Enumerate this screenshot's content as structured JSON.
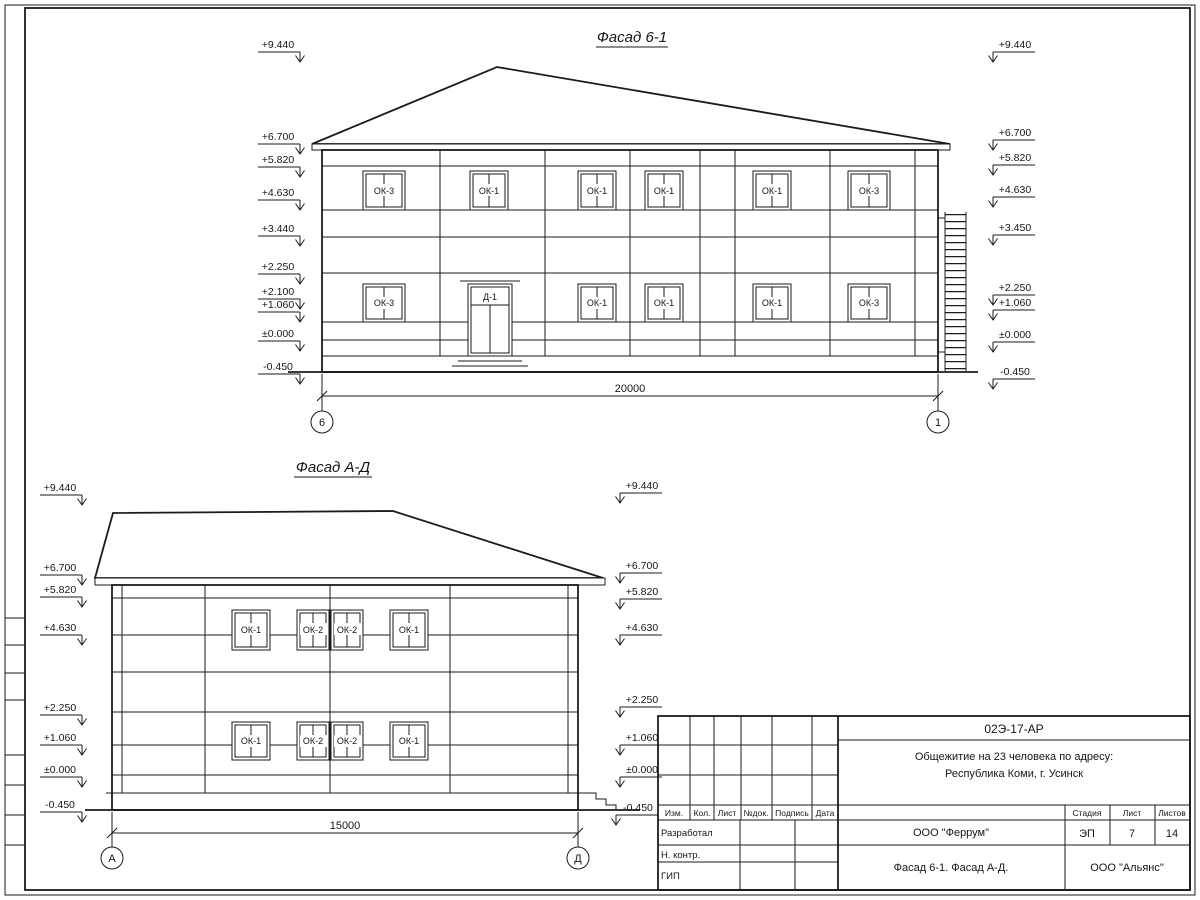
{
  "facade61": {
    "title": "Фасад 6-1",
    "elev_left": [
      "+9.440",
      "+6.700",
      "+5.820",
      "+4.630",
      "+3.440",
      "+2.250",
      "+2.100",
      "+1.060",
      "±0.000",
      "-0.450"
    ],
    "elev_right": [
      "+9.440",
      "+6.700",
      "+5.820",
      "+4.630",
      "+3.450",
      "+2.250",
      "+1.060",
      "±0.000",
      "-0.450"
    ],
    "windows_top": [
      "ОК-3",
      "ОК-1",
      "ОК-1",
      "ОК-1",
      "ОК-1",
      "ОК-3"
    ],
    "windows_bottom": [
      "ОК-3",
      "Д-1",
      "ОК-1",
      "ОК-1",
      "ОК-1",
      "ОК-3"
    ],
    "dim": "20000",
    "axis_start": "6",
    "axis_end": "1"
  },
  "facadeAD": {
    "title": "Фасад А-Д",
    "elev_left": [
      "+9.440",
      "+6.700",
      "+5.820",
      "+4.630",
      "+2.250",
      "+1.060",
      "±0.000",
      "-0.450"
    ],
    "elev_right": [
      "+9.440",
      "+6.700",
      "+5.820",
      "+4.630",
      "+2.250",
      "+1.060",
      "±0.000",
      "-0.450"
    ],
    "windows_top": [
      "ОК-1",
      "ОК-2",
      "ОК-2",
      "ОК-1"
    ],
    "windows_bottom": [
      "ОК-1",
      "ОК-2",
      "ОК-2",
      "ОК-1"
    ],
    "dim": "15000",
    "axis_start": "А",
    "axis_end": "Д"
  },
  "titleblock": {
    "doc_number": "02Э-17-АР",
    "project_line1": "Общежитие на 23 человека по адресу:",
    "project_line2": "Республика Коми, г. Усинск",
    "columns": [
      "Изм.",
      "Кол.",
      "Лист",
      "№док.",
      "Подпись",
      "Дата"
    ],
    "roles": [
      "Разработал",
      "Н. контр.",
      "ГИП"
    ],
    "designer": "ООО \"Феррум\"",
    "stage_label": "Стадия",
    "sheet_label": "Лист",
    "sheets_label": "Листов",
    "stage": "ЭП",
    "sheet_no": "7",
    "sheets_total": "14",
    "drawing_title": "Фасад 6-1. Фасад  А-Д.",
    "customer": "ООО \"Альянс\""
  }
}
